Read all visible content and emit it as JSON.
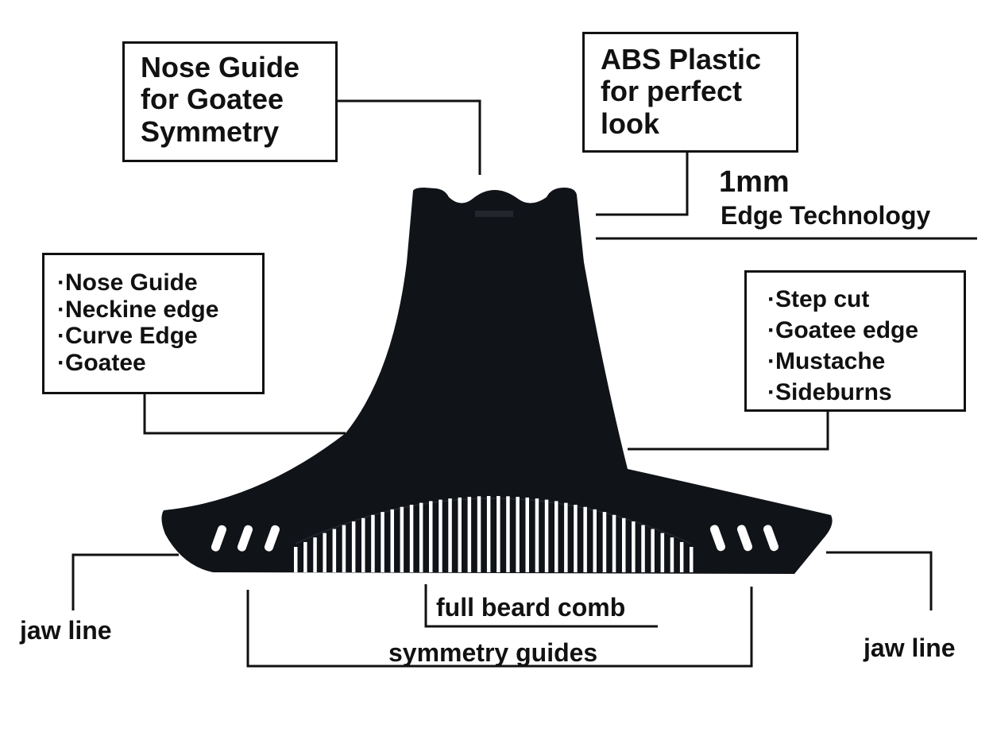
{
  "callouts": {
    "nose_guide": {
      "lines": [
        "Nose Guide",
        "for Goatee",
        "Symmetry"
      ]
    },
    "abs_plastic": {
      "lines": [
        "ABS Plastic",
        "for perfect",
        "look"
      ]
    },
    "edge_tech": {
      "title": "1mm",
      "subtitle": "Edge Technology"
    },
    "left_features": {
      "lines": [
        "·Nose Guide",
        "·Neckine edge",
        "·Curve Edge",
        "·Goatee"
      ]
    },
    "right_features": {
      "lines": [
        "·Step cut",
        "·Goatee edge",
        "·Mustache",
        "·Sideburns"
      ]
    },
    "jaw_line_left": "jaw line",
    "jaw_line_right": "jaw line",
    "full_beard_comb": "full beard comb",
    "symmetry_guides": "symmetry guides"
  },
  "colors": {
    "template": "#101318",
    "outline": "#111111",
    "background": "#ffffff"
  }
}
